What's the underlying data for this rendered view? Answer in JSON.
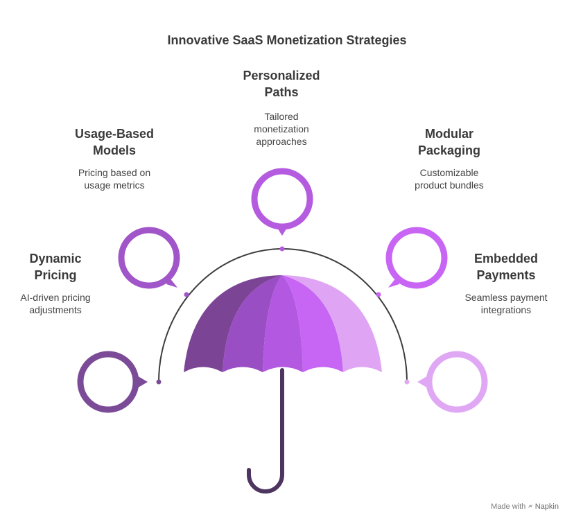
{
  "title": "Innovative SaaS Monetization Strategies",
  "items": [
    {
      "title": "Dynamic\nPricing",
      "desc": "AI-driven pricing\nadjustments",
      "color": "#7B4B97"
    },
    {
      "title": "Usage-Based\nModels",
      "desc": "Pricing based on\nusage metrics",
      "color": "#A055C9"
    },
    {
      "title": "Personalized\nPaths",
      "desc": "Tailored\nmonetization\napproaches",
      "color": "#B45BE0"
    },
    {
      "title": "Modular\nPackaging",
      "desc": "Customizable\nproduct bundles",
      "color": "#C865F5"
    },
    {
      "title": "Embedded\nPayments",
      "desc": "Seamless payment\nintegrations",
      "color": "#E0A8F4"
    }
  ],
  "umbrella_panel_colors": [
    "#7B4494",
    "#9A4EC4",
    "#B358E0",
    "#C765F4",
    "#DFA5F4"
  ],
  "handle_color": "#4E3560",
  "footer": {
    "made_with": "Made with",
    "brand": "Napkin"
  }
}
